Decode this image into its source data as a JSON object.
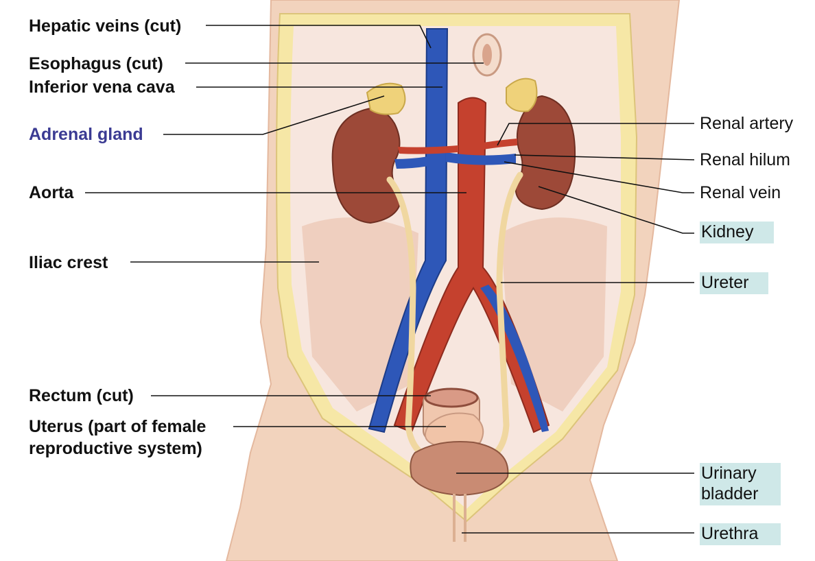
{
  "colors": {
    "skin": "#f2d3bd",
    "skin_shadow": "#e6b89c",
    "fat_layer": "#f6e7a6",
    "cavity": "#f7e6de",
    "vein": "#2e57b8",
    "artery": "#c5412e",
    "kidney": "#9d4938",
    "ureter": "#f0d7a0",
    "adrenal": "#efd27a",
    "bladder": "#c98b73",
    "muscle": "#ecc9b6",
    "accent_label": "#3b3b93",
    "highlight_box": "#cfe8e8",
    "leader_line": "#111111"
  },
  "labels_left": [
    {
      "id": "hepatic-veins",
      "text": "Hepatic veins (cut)"
    },
    {
      "id": "esophagus",
      "text": "Esophagus (cut)"
    },
    {
      "id": "inferior-vena-cava",
      "text": "Inferior vena cava"
    },
    {
      "id": "adrenal-gland",
      "text": "Adrenal gland"
    },
    {
      "id": "aorta",
      "text": "Aorta"
    },
    {
      "id": "iliac-crest",
      "text": "Iliac crest"
    },
    {
      "id": "rectum",
      "text": "Rectum (cut)"
    },
    {
      "id": "uterus-line1",
      "text": "Uterus (part of female"
    },
    {
      "id": "uterus-line2",
      "text": "reproductive system)"
    }
  ],
  "labels_right": [
    {
      "id": "renal-artery",
      "text": "Renal artery"
    },
    {
      "id": "renal-hilum",
      "text": "Renal hilum"
    },
    {
      "id": "renal-vein",
      "text": "Renal vein"
    },
    {
      "id": "kidney",
      "text": "Kidney"
    },
    {
      "id": "ureter",
      "text": "Ureter"
    },
    {
      "id": "urinary-bladder-line1",
      "text": "Urinary"
    },
    {
      "id": "urinary-bladder-line2",
      "text": "bladder"
    },
    {
      "id": "urethra",
      "text": "Urethra"
    }
  ]
}
